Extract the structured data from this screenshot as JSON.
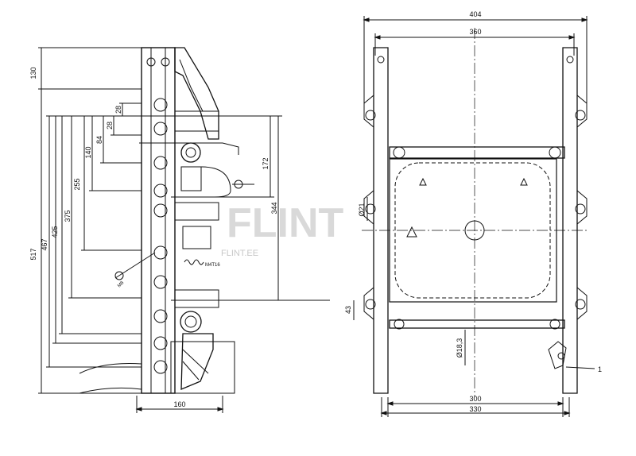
{
  "watermark": {
    "brand": "FLINT",
    "site": "FLINT.EE"
  },
  "left_view": {
    "dims_vertical": [
      "130",
      "517",
      "467",
      "425",
      "375",
      "255",
      "140",
      "84",
      "28",
      "28",
      "172",
      "344"
    ],
    "dim_width": "160",
    "thread_label": "M4T16",
    "bolt_label": "M8"
  },
  "right_view": {
    "dim_top_outer": "404",
    "dim_top_inner": "360",
    "dim_bottom_inner": "300",
    "dim_bottom_outer": "330",
    "dim_hole": "Ø21",
    "dim_rod": "Ø18,3",
    "dim_small": "43",
    "callout": "1"
  }
}
